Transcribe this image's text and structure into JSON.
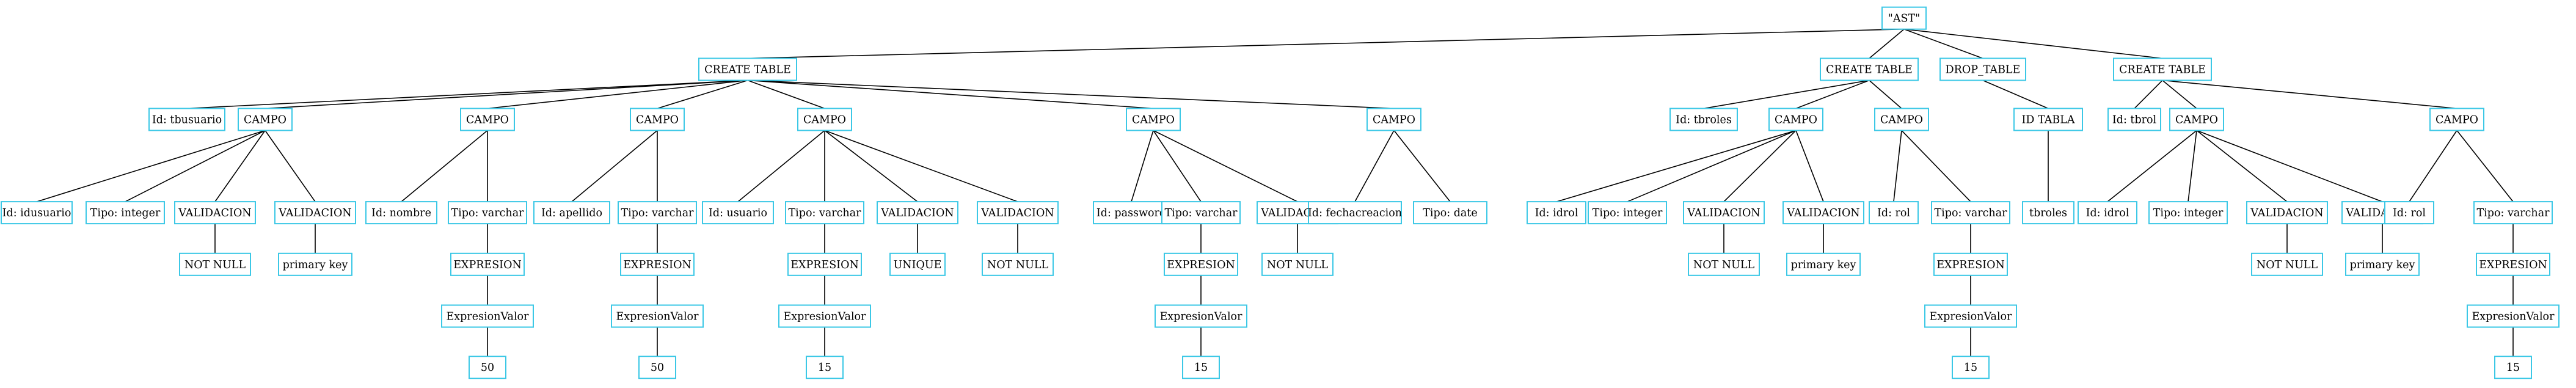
{
  "diagram": {
    "type": "tree",
    "colors": {
      "node_border": "#3cc8e6",
      "edge": "#000000",
      "text": "#000000",
      "background": "#ffffff"
    },
    "nodes": [
      {
        "id": "ast",
        "label": "\"AST\""
      },
      {
        "id": "ct1",
        "label": "CREATE TABLE"
      },
      {
        "id": "ct1_id",
        "label": "Id: tbusuario"
      },
      {
        "id": "ct1_c1",
        "label": "CAMPO"
      },
      {
        "id": "ct1_c1_id",
        "label": "Id: idusuario"
      },
      {
        "id": "ct1_c1_tipo",
        "label": "Tipo: integer"
      },
      {
        "id": "ct1_c1_v1",
        "label": "VALIDACION"
      },
      {
        "id": "ct1_c1_v1_val",
        "label": "NOT NULL"
      },
      {
        "id": "ct1_c1_v2",
        "label": "VALIDACION"
      },
      {
        "id": "ct1_c1_v2_val",
        "label": "primary key"
      },
      {
        "id": "ct1_c2",
        "label": "CAMPO"
      },
      {
        "id": "ct1_c2_id",
        "label": "Id: nombre"
      },
      {
        "id": "ct1_c2_tipo",
        "label": "Tipo: varchar"
      },
      {
        "id": "ct1_c2_exp",
        "label": "EXPRESION"
      },
      {
        "id": "ct1_c2_ev",
        "label": "ExpresionValor"
      },
      {
        "id": "ct1_c2_num",
        "label": "50"
      },
      {
        "id": "ct1_c3",
        "label": "CAMPO"
      },
      {
        "id": "ct1_c3_id",
        "label": "Id: apellido"
      },
      {
        "id": "ct1_c3_tipo",
        "label": "Tipo: varchar"
      },
      {
        "id": "ct1_c3_exp",
        "label": "EXPRESION"
      },
      {
        "id": "ct1_c3_ev",
        "label": "ExpresionValor"
      },
      {
        "id": "ct1_c3_num",
        "label": "50"
      },
      {
        "id": "ct1_c4",
        "label": "CAMPO"
      },
      {
        "id": "ct1_c4_id",
        "label": "Id: usuario"
      },
      {
        "id": "ct1_c4_tipo",
        "label": "Tipo: varchar"
      },
      {
        "id": "ct1_c4_exp",
        "label": "EXPRESION"
      },
      {
        "id": "ct1_c4_ev",
        "label": "ExpresionValor"
      },
      {
        "id": "ct1_c4_num",
        "label": "15"
      },
      {
        "id": "ct1_c4_v1",
        "label": "VALIDACION"
      },
      {
        "id": "ct1_c4_v1_val",
        "label": "UNIQUE"
      },
      {
        "id": "ct1_c4_v2",
        "label": "VALIDACION"
      },
      {
        "id": "ct1_c4_v2_val",
        "label": "NOT NULL"
      },
      {
        "id": "ct1_c5",
        "label": "CAMPO"
      },
      {
        "id": "ct1_c5_id",
        "label": "Id: password"
      },
      {
        "id": "ct1_c5_tipo",
        "label": "Tipo: varchar"
      },
      {
        "id": "ct1_c5_exp",
        "label": "EXPRESION"
      },
      {
        "id": "ct1_c5_ev",
        "label": "ExpresionValor"
      },
      {
        "id": "ct1_c5_num",
        "label": "15"
      },
      {
        "id": "ct1_c5_v1",
        "label": "VALIDACION"
      },
      {
        "id": "ct1_c5_v1_val",
        "label": "NOT NULL"
      },
      {
        "id": "ct1_c6",
        "label": "CAMPO"
      },
      {
        "id": "ct1_c6_id",
        "label": "Id: fechacreacion"
      },
      {
        "id": "ct1_c6_tipo",
        "label": "Tipo: date"
      },
      {
        "id": "ct2",
        "label": "CREATE TABLE"
      },
      {
        "id": "ct2_id",
        "label": "Id: tbroles"
      },
      {
        "id": "ct2_c1",
        "label": "CAMPO"
      },
      {
        "id": "ct2_c1_id",
        "label": "Id: idrol"
      },
      {
        "id": "ct2_c1_tipo",
        "label": "Tipo: integer"
      },
      {
        "id": "ct2_c1_v1",
        "label": "VALIDACION"
      },
      {
        "id": "ct2_c1_v1_val",
        "label": "NOT NULL"
      },
      {
        "id": "ct2_c1_v2",
        "label": "VALIDACION"
      },
      {
        "id": "ct2_c1_v2_val",
        "label": "primary key"
      },
      {
        "id": "ct2_c2",
        "label": "CAMPO"
      },
      {
        "id": "ct2_c2_id",
        "label": "Id: rol"
      },
      {
        "id": "ct2_c2_tipo",
        "label": "Tipo: varchar"
      },
      {
        "id": "ct2_c2_exp",
        "label": "EXPRESION"
      },
      {
        "id": "ct2_c2_ev",
        "label": "ExpresionValor"
      },
      {
        "id": "ct2_c2_num",
        "label": "15"
      },
      {
        "id": "drop",
        "label": "DROP_TABLE"
      },
      {
        "id": "drop_id",
        "label": "ID TABLA"
      },
      {
        "id": "drop_val",
        "label": "tbroles"
      },
      {
        "id": "ct3",
        "label": "CREATE TABLE"
      },
      {
        "id": "ct3_id",
        "label": "Id: tbrol"
      },
      {
        "id": "ct3_c1",
        "label": "CAMPO"
      },
      {
        "id": "ct3_c1_id",
        "label": "Id: idrol"
      },
      {
        "id": "ct3_c1_tipo",
        "label": "Tipo: integer"
      },
      {
        "id": "ct3_c1_v1",
        "label": "VALIDACION"
      },
      {
        "id": "ct3_c1_v1_val",
        "label": "NOT NULL"
      },
      {
        "id": "ct3_c1_v2",
        "label": "VALIDACION"
      },
      {
        "id": "ct3_c1_v2_val",
        "label": "primary key"
      },
      {
        "id": "ct3_c2",
        "label": "CAMPO"
      },
      {
        "id": "ct3_c2_id",
        "label": "Id: rol"
      },
      {
        "id": "ct3_c2_tipo",
        "label": "Tipo: varchar"
      },
      {
        "id": "ct3_c2_exp",
        "label": "EXPRESION"
      },
      {
        "id": "ct3_c2_ev",
        "label": "ExpresionValor"
      },
      {
        "id": "ct3_c2_num",
        "label": "15"
      }
    ],
    "edges": [
      [
        "ast",
        "ct1"
      ],
      [
        "ast",
        "ct2"
      ],
      [
        "ast",
        "drop"
      ],
      [
        "ast",
        "ct3"
      ],
      [
        "ct1",
        "ct1_id"
      ],
      [
        "ct1",
        "ct1_c1"
      ],
      [
        "ct1",
        "ct1_c2"
      ],
      [
        "ct1",
        "ct1_c3"
      ],
      [
        "ct1",
        "ct1_c4"
      ],
      [
        "ct1",
        "ct1_c5"
      ],
      [
        "ct1",
        "ct1_c6"
      ],
      [
        "ct1_c1",
        "ct1_c1_id"
      ],
      [
        "ct1_c1",
        "ct1_c1_tipo"
      ],
      [
        "ct1_c1",
        "ct1_c1_v1"
      ],
      [
        "ct1_c1",
        "ct1_c1_v2"
      ],
      [
        "ct1_c1_v1",
        "ct1_c1_v1_val"
      ],
      [
        "ct1_c1_v2",
        "ct1_c1_v2_val"
      ],
      [
        "ct1_c2",
        "ct1_c2_id"
      ],
      [
        "ct1_c2",
        "ct1_c2_tipo"
      ],
      [
        "ct1_c2_tipo",
        "ct1_c2_exp"
      ],
      [
        "ct1_c2_exp",
        "ct1_c2_ev"
      ],
      [
        "ct1_c2_ev",
        "ct1_c2_num"
      ],
      [
        "ct1_c3",
        "ct1_c3_id"
      ],
      [
        "ct1_c3",
        "ct1_c3_tipo"
      ],
      [
        "ct1_c3_tipo",
        "ct1_c3_exp"
      ],
      [
        "ct1_c3_exp",
        "ct1_c3_ev"
      ],
      [
        "ct1_c3_ev",
        "ct1_c3_num"
      ],
      [
        "ct1_c4",
        "ct1_c4_id"
      ],
      [
        "ct1_c4",
        "ct1_c4_tipo"
      ],
      [
        "ct1_c4",
        "ct1_c4_v1"
      ],
      [
        "ct1_c4",
        "ct1_c4_v2"
      ],
      [
        "ct1_c4_tipo",
        "ct1_c4_exp"
      ],
      [
        "ct1_c4_exp",
        "ct1_c4_ev"
      ],
      [
        "ct1_c4_ev",
        "ct1_c4_num"
      ],
      [
        "ct1_c4_v1",
        "ct1_c4_v1_val"
      ],
      [
        "ct1_c4_v2",
        "ct1_c4_v2_val"
      ],
      [
        "ct1_c5",
        "ct1_c5_id"
      ],
      [
        "ct1_c5",
        "ct1_c5_tipo"
      ],
      [
        "ct1_c5",
        "ct1_c5_v1"
      ],
      [
        "ct1_c5_tipo",
        "ct1_c5_exp"
      ],
      [
        "ct1_c5_exp",
        "ct1_c5_ev"
      ],
      [
        "ct1_c5_ev",
        "ct1_c5_num"
      ],
      [
        "ct1_c5_v1",
        "ct1_c5_v1_val"
      ],
      [
        "ct1_c6",
        "ct1_c6_id"
      ],
      [
        "ct1_c6",
        "ct1_c6_tipo"
      ],
      [
        "ct2",
        "ct2_id"
      ],
      [
        "ct2",
        "ct2_c1"
      ],
      [
        "ct2",
        "ct2_c2"
      ],
      [
        "ct2_c1",
        "ct2_c1_id"
      ],
      [
        "ct2_c1",
        "ct2_c1_tipo"
      ],
      [
        "ct2_c1",
        "ct2_c1_v1"
      ],
      [
        "ct2_c1",
        "ct2_c1_v2"
      ],
      [
        "ct2_c1_v1",
        "ct2_c1_v1_val"
      ],
      [
        "ct2_c1_v2",
        "ct2_c1_v2_val"
      ],
      [
        "ct2_c2",
        "ct2_c2_id"
      ],
      [
        "ct2_c2",
        "ct2_c2_tipo"
      ],
      [
        "ct2_c2_tipo",
        "ct2_c2_exp"
      ],
      [
        "ct2_c2_exp",
        "ct2_c2_ev"
      ],
      [
        "ct2_c2_ev",
        "ct2_c2_num"
      ],
      [
        "drop",
        "drop_id"
      ],
      [
        "drop_id",
        "drop_val"
      ],
      [
        "ct3",
        "ct3_id"
      ],
      [
        "ct3",
        "ct3_c1"
      ],
      [
        "ct3",
        "ct3_c2"
      ],
      [
        "ct3_c1",
        "ct3_c1_id"
      ],
      [
        "ct3_c1",
        "ct3_c1_tipo"
      ],
      [
        "ct3_c1",
        "ct3_c1_v1"
      ],
      [
        "ct3_c1",
        "ct3_c1_v2"
      ],
      [
        "ct3_c1_v1",
        "ct3_c1_v1_val"
      ],
      [
        "ct3_c1_v2",
        "ct3_c1_v2_val"
      ],
      [
        "ct3_c2",
        "ct3_c2_id"
      ],
      [
        "ct3_c2",
        "ct3_c2_tipo"
      ],
      [
        "ct3_c2_tipo",
        "ct3_c2_exp"
      ],
      [
        "ct3_c2_exp",
        "ct3_c2_ev"
      ],
      [
        "ct3_c2_ev",
        "ct3_c2_num"
      ]
    ]
  }
}
